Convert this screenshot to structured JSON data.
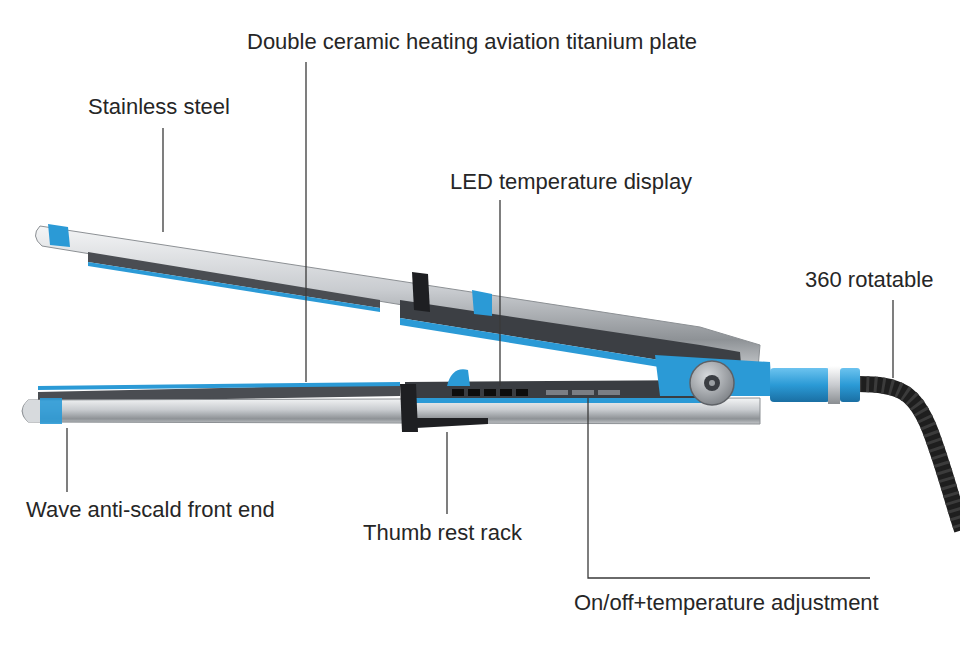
{
  "diagram": {
    "labels": [
      "Double ceramic heating aviation titanium plate",
      "Stainless steel",
      "LED temperature display",
      "360 rotatable",
      "Wave anti-scald front end",
      "Thumb rest rack",
      "On/off+temperature adjustment"
    ]
  }
}
